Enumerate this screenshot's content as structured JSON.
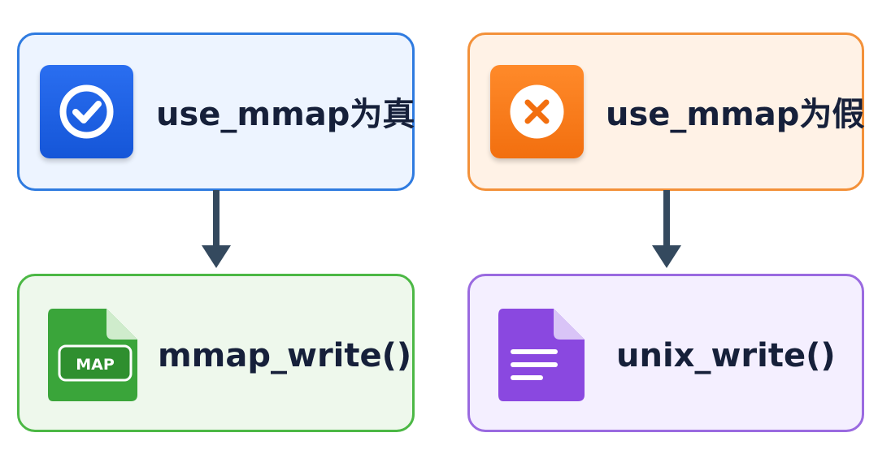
{
  "nodes": {
    "true_condition": {
      "label": "use_mmap为真",
      "icon": "check-circle-icon"
    },
    "false_condition": {
      "label": "use_mmap为假",
      "icon": "x-circle-icon"
    },
    "mmap_write": {
      "label": "mmap_write()",
      "icon": "map-file-icon",
      "badge": "MAP"
    },
    "unix_write": {
      "label": "unix_write()",
      "icon": "document-icon"
    }
  },
  "colors": {
    "blue": "#2f7be0",
    "orange": "#f3913a",
    "green": "#4cb845",
    "purple": "#9a6ae0",
    "arrow": "#34495e",
    "text": "#16203a"
  }
}
